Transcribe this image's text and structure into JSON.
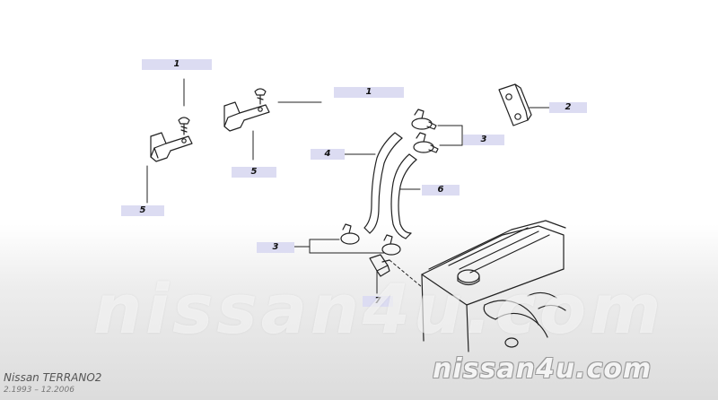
{
  "callouts": [
    {
      "id": "c1a",
      "label": "1"
    },
    {
      "id": "c1b",
      "label": "1"
    },
    {
      "id": "c2",
      "label": "2"
    },
    {
      "id": "c3a",
      "label": "3"
    },
    {
      "id": "c4",
      "label": "4"
    },
    {
      "id": "c5a",
      "label": "5"
    },
    {
      "id": "c6",
      "label": "6"
    },
    {
      "id": "c5b",
      "label": "5"
    },
    {
      "id": "c3b",
      "label": "3"
    },
    {
      "id": "c7",
      "label": "7"
    }
  ],
  "watermark": "nissan4u.com",
  "footer": {
    "model": "Nissan  TERRANO2",
    "years": "2.1993  –  12.2006",
    "site": "nissan4u.com"
  },
  "colors": {
    "callout_bg": "#dcdcf2",
    "line": "#222222"
  },
  "icons": [
    "bracket-icon",
    "bolt-icon",
    "grommet-icon",
    "hose-clamp-icon",
    "hose-icon",
    "connector-icon",
    "engine-icon"
  ]
}
